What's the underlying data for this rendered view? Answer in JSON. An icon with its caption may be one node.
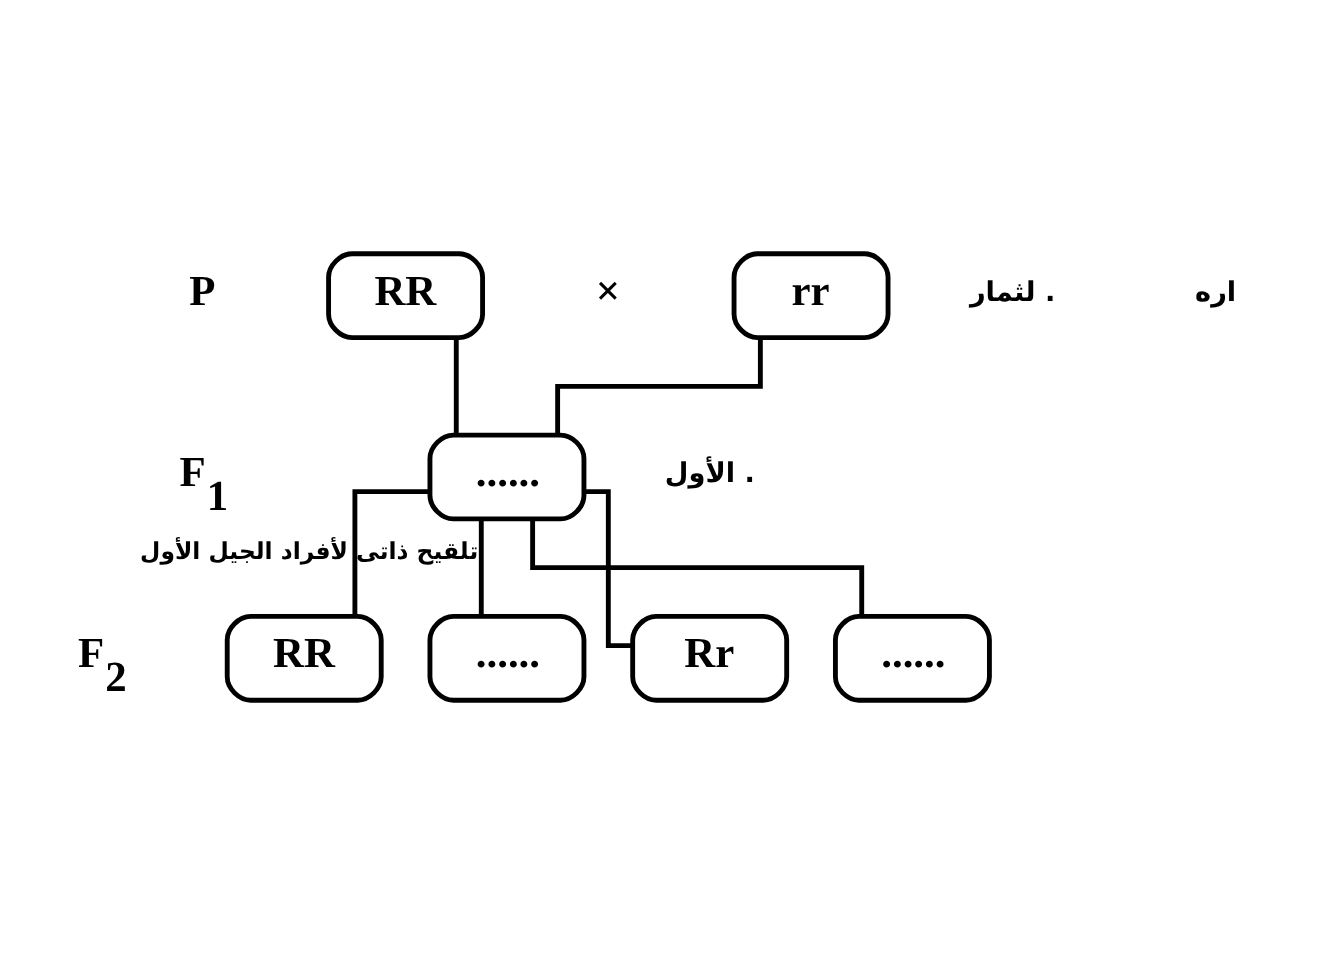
{
  "diagram": {
    "nodes": [
      {
        "text": [
          "RR"
        ]
      },
      {
        "text": [
          "rr"
        ]
      },
      {
        "text": [
          "......"
        ]
      },
      {
        "text": [
          "RR"
        ]
      },
      {
        "text": [
          "......"
        ]
      },
      {
        "text": [
          "Rr"
        ]
      },
      {
        "text": [
          "......"
        ]
      }
    ],
    "edges": [
      {
        "from": 0,
        "to": 2,
        "arrow": "none"
      },
      {
        "from": 1,
        "to": 2,
        "arrow": "none"
      },
      {
        "from": 2,
        "to": 3,
        "arrow": "none"
      },
      {
        "from": 2,
        "to": 4,
        "arrow": "none",
        "label": "تلقيح ذاتى لأفراد الجيل الأول"
      },
      {
        "from": 2,
        "to": 5,
        "arrow": "none"
      },
      {
        "from": 2,
        "to": 6,
        "arrow": "none"
      }
    ],
    "labels": [
      "P",
      "×",
      "لثمار .",
      "اره",
      "F$_{1}$",
      "الأول .",
      "F$_{2}$"
    ]
  }
}
